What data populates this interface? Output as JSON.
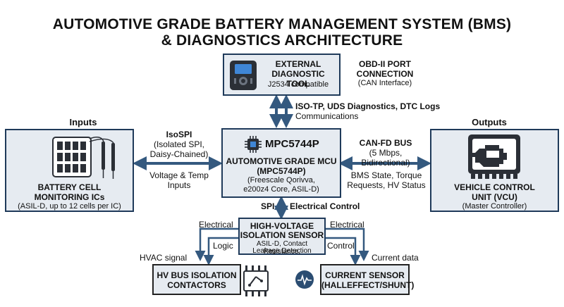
{
  "title": {
    "line1": "AUTOMOTIVE GRADE BATTERY MANAGEMENT SYSTEM (BMS)",
    "line2": "& DIAGNOSTICS ARCHITECTURE"
  },
  "diag_tool": {
    "line1": "EXTERNAL",
    "line2": "DIAGNOSTIC TOOL",
    "sub": "J2534 compatible",
    "icon": "diagnostic-scanner-icon"
  },
  "obd": {
    "line1": "OBD-II PORT",
    "line2": "CONNECTION",
    "sub": "(CAN Interface)"
  },
  "tool_link": {
    "line1": "ISO-TP, UDS Diagnostics, DTC Logs",
    "line2": "Communications"
  },
  "inputs": {
    "heading": "Inputs",
    "line1": "BATTERY CELL",
    "line2": "MONITORING ICs",
    "sub": "(ASIL-D, up to 12 cells per IC)",
    "icon": "battery-cells-multimeter-icon"
  },
  "isospi": {
    "line1": "IsoSPI",
    "line2": "(Isolated SPI,",
    "line3": "Daisy-Chained)",
    "below1": "Voltage & Temp",
    "below2": "Inputs"
  },
  "mcu": {
    "chip": "MPC5744P",
    "line1": "AUTOMOTIVE GRADE MCU",
    "line2": "(MPC5744P)",
    "sub1": "(Freescale Qorivva,",
    "sub2": "e200z4 Core, ASIL-D)",
    "icon": "microchip-icon"
  },
  "canfd": {
    "line1": "CAN-FD BUS",
    "line2": "(5 Mbps, Bidirectional)",
    "below1": "BMS State, Torque",
    "below2": "Requests, HV Status"
  },
  "outputs": {
    "heading": "Outputs",
    "line1": "VEHICLE CONTROL",
    "line2": "UNIT (VCU)",
    "sub": "(Master Controller)",
    "icon": "engine-ecu-icon"
  },
  "spi_link": {
    "spi": "SPI",
    "electrical": "Electrical Control"
  },
  "isolation": {
    "line1": "HIGH-VOLTAGE",
    "line2": "ISOLATION SENSOR",
    "sub1": "ASIL-D, Contact Resistance,",
    "sub2": "Leakage Detection"
  },
  "left_branch": {
    "electrical": "Electrical",
    "logic": "Logic",
    "hvac": "HVAC signal"
  },
  "right_branch": {
    "electrical": "Electrical",
    "control": "Control",
    "current": "Current data"
  },
  "contactors": {
    "line1": "HV BUS ISOLATION",
    "line2": "CONTACTORS",
    "icon": "contactor-relay-icon"
  },
  "current_sensor": {
    "line1": "CURRENT SENSOR",
    "line2": "(HALLEFFECT/SHUNT)",
    "icon": "current-waveform-icon"
  },
  "colors": {
    "box_fill": "#e6ebf1",
    "box_border": "#1f3a5a",
    "arrow": "#34597f",
    "icon_dark": "#2b2f36",
    "screen_blue": "#3f86d6"
  }
}
